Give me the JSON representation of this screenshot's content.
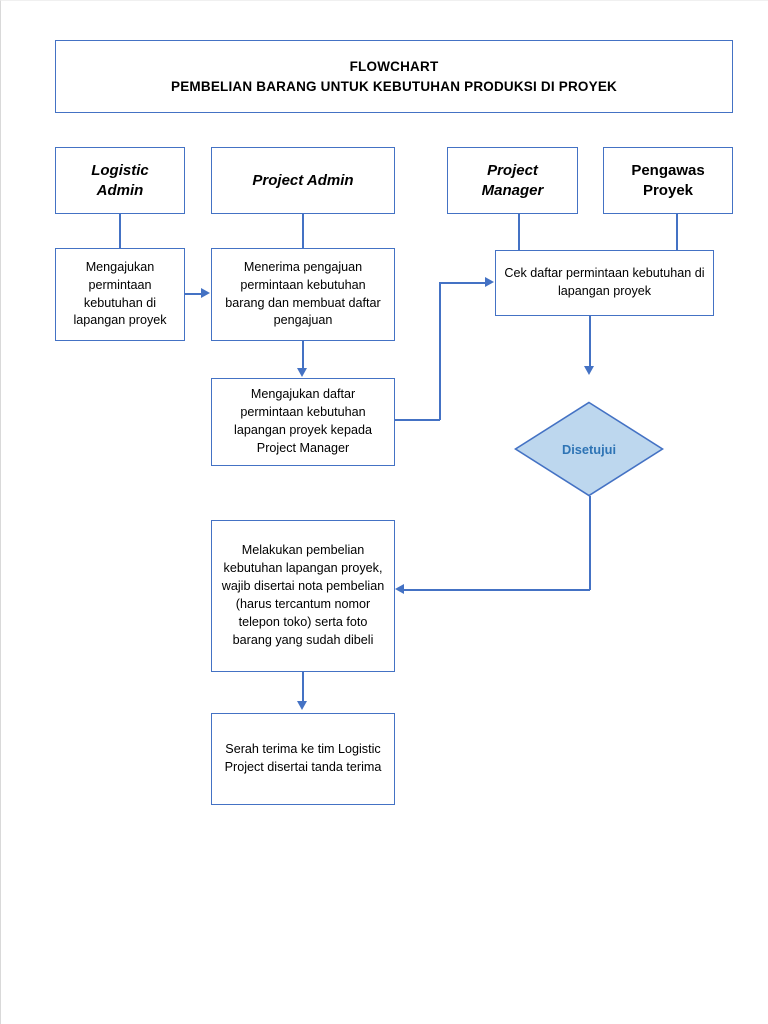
{
  "document": {
    "title_line1": "FLOWCHART",
    "title_line2": "PEMBELIAN BARANG UNTUK KEBUTUHAN PRODUKSI DI PROYEK"
  },
  "colors": {
    "shape_border": "#4472c4",
    "connector": "#4472c4",
    "decision_fill": "#bdd7ee",
    "decision_text": "#2e74b5",
    "text": "#000000",
    "page_background": "#ffffff"
  },
  "roles": [
    {
      "id": "logistic-admin",
      "label_line1": "Logistic",
      "label_line2": "Admin",
      "style": "bold-italic"
    },
    {
      "id": "project-admin",
      "label_line1": "Project Admin",
      "label_line2": "",
      "style": "bold-italic"
    },
    {
      "id": "project-manager",
      "label_line1": "Project",
      "label_line2": "Manager",
      "style": "bold-italic"
    },
    {
      "id": "pengawas-proyek",
      "label_line1": "Pengawas",
      "label_line2": "Proyek",
      "style": "bold-upright"
    }
  ],
  "nodes": {
    "mengajukan_permintaan": {
      "type": "process",
      "text": "Mengajukan permintaan kebutuhan di lapangan proyek",
      "lane": "logistic-admin"
    },
    "menerima_pengajuan": {
      "type": "process",
      "text": "Menerima pengajuan permintaan kebutuhan barang dan membuat daftar pengajuan",
      "lane": "project-admin"
    },
    "cek_daftar": {
      "type": "process",
      "text": "Cek daftar permintaan kebutuhan di lapangan proyek",
      "lane": "project-manager"
    },
    "mengajukan_daftar": {
      "type": "process",
      "text": "Mengajukan daftar permintaan kebutuhan lapangan proyek kepada Project Manager",
      "lane": "project-admin"
    },
    "disetujui": {
      "type": "decision",
      "text": "Disetujui",
      "lane": "project-manager"
    },
    "melakukan_pembelian": {
      "type": "process",
      "text": "Melakukan pembelian kebutuhan lapangan proyek, wajib disertai nota pembelian (harus tercantum nomor telepon toko) serta foto barang yang sudah dibeli",
      "lane": "project-admin"
    },
    "serah_terima": {
      "type": "process",
      "text": "Serah terima ke tim Logistic Project disertai tanda terima",
      "lane": "project-admin"
    }
  },
  "edges": [
    {
      "from": "logistic-admin",
      "to": "mengajukan_permintaan",
      "kind": "line"
    },
    {
      "from": "project-admin",
      "to": "menerima_pengajuan",
      "kind": "line"
    },
    {
      "from": "project-manager",
      "to": "cek_daftar",
      "kind": "line"
    },
    {
      "from": "pengawas-proyek",
      "to": "cek_daftar",
      "kind": "line"
    },
    {
      "from": "mengajukan_permintaan",
      "to": "menerima_pengajuan",
      "kind": "arrow-right"
    },
    {
      "from": "menerima_pengajuan",
      "to": "mengajukan_daftar",
      "kind": "arrow-down"
    },
    {
      "from": "mengajukan_daftar",
      "to": "cek_daftar",
      "kind": "arrow-right-elbow"
    },
    {
      "from": "cek_daftar",
      "to": "disetujui",
      "kind": "arrow-down"
    },
    {
      "from": "disetujui",
      "to": "melakukan_pembelian",
      "kind": "arrow-left-elbow"
    },
    {
      "from": "melakukan_pembelian",
      "to": "serah_terima",
      "kind": "arrow-down"
    }
  ]
}
